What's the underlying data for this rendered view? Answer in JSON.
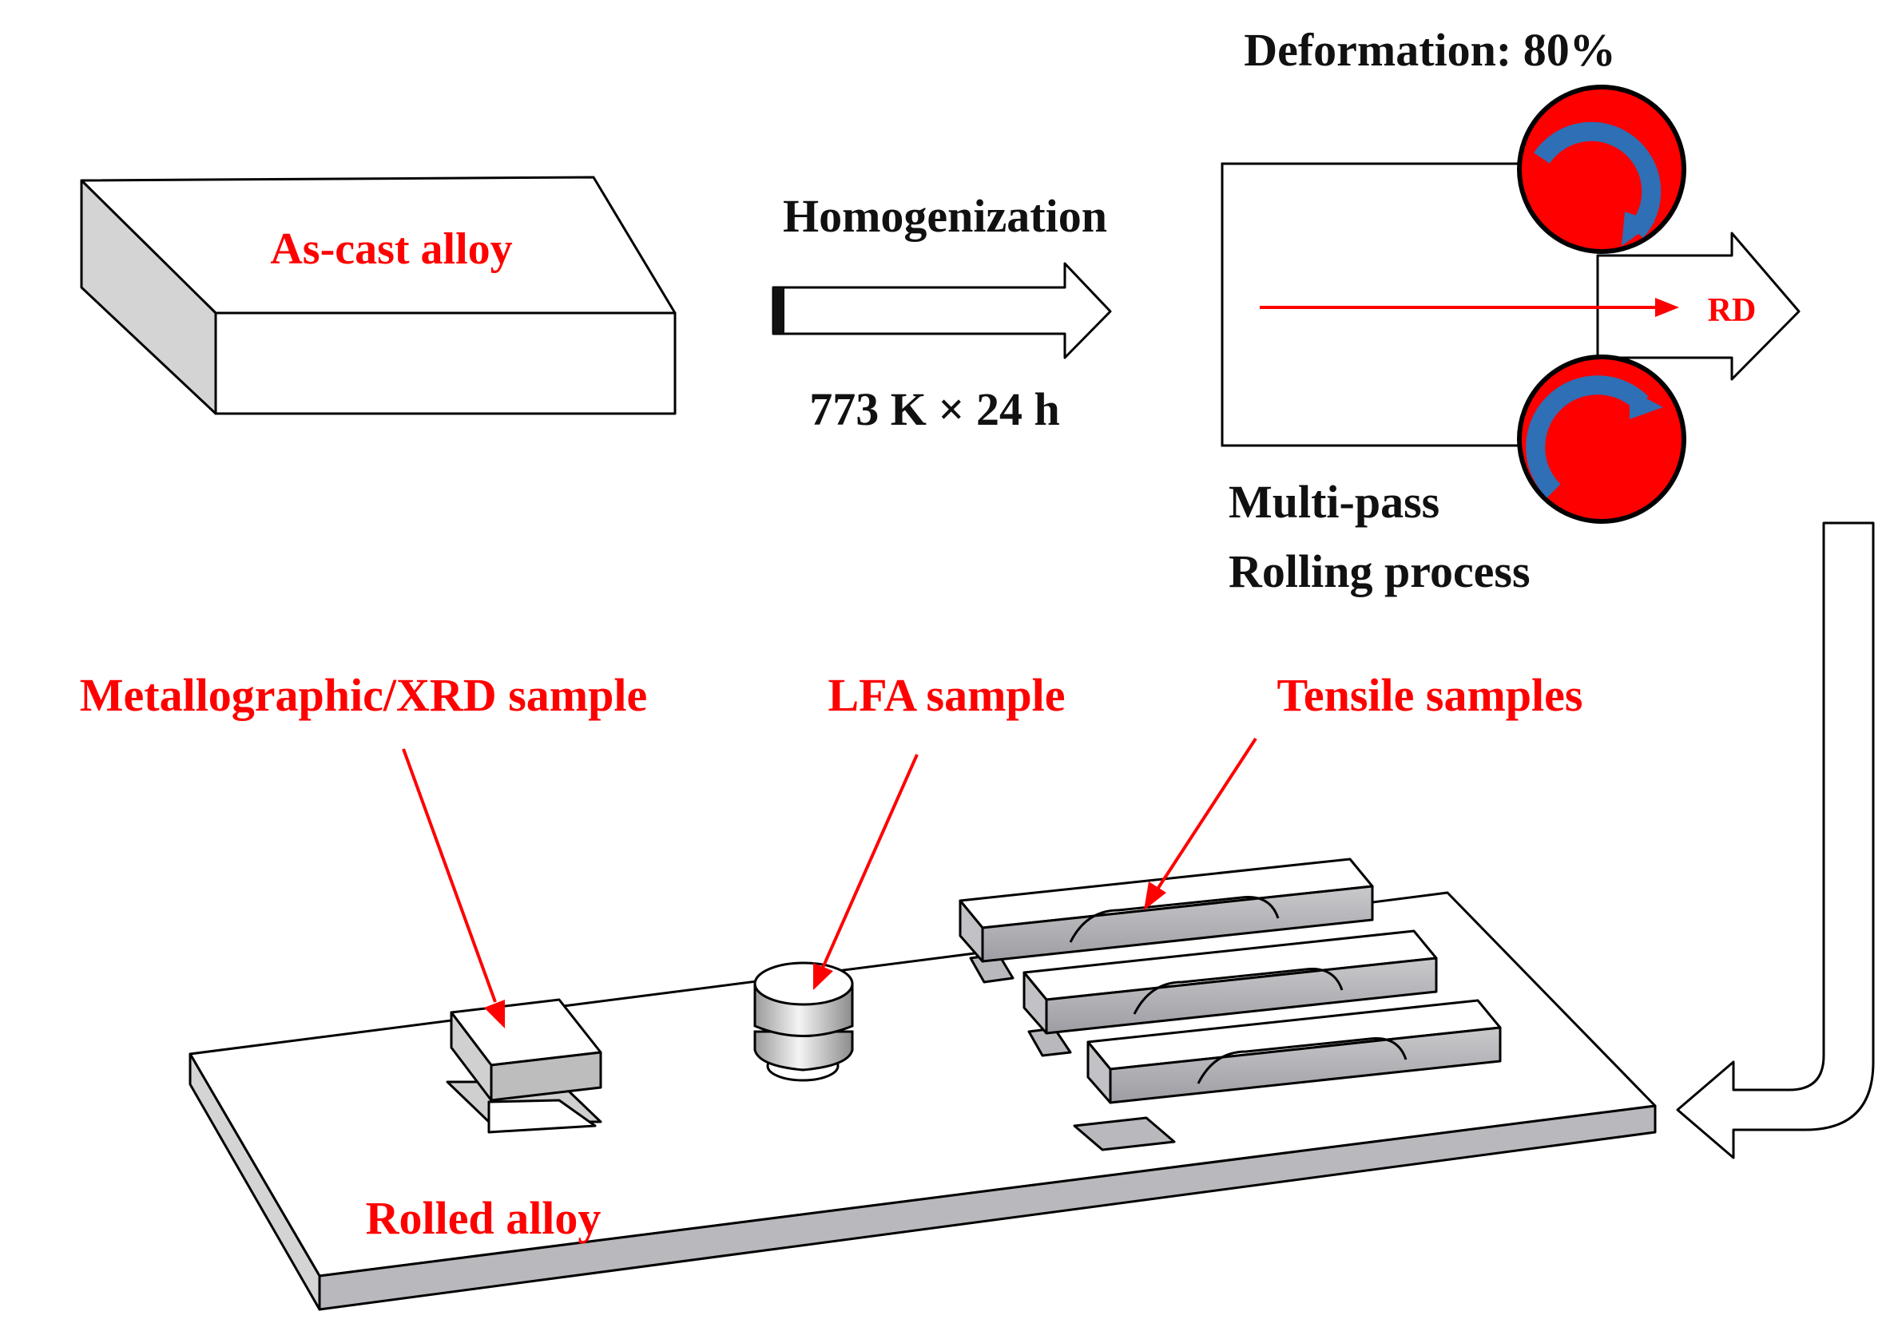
{
  "labels": {
    "as_cast": "As-cast alloy",
    "homogenization": "Homogenization",
    "treatment": "773 K × 24 h",
    "deformation": "Deformation: 80%",
    "rd": "RD",
    "rolling_line1": "Multi-pass",
    "rolling_line2": "Rolling process",
    "metallographic": "Metallographic/XRD sample",
    "lfa": "LFA sample",
    "tensile": "Tensile samples",
    "rolled": "Rolled alloy"
  },
  "colors": {
    "accent_text": "#ff0000",
    "roller_fill": "#ff0000",
    "roller_arrow": "#2e6fb5",
    "dark_text": "#111111",
    "block_side": "#d4d4d4",
    "plate_side": "#b8b8bd"
  }
}
